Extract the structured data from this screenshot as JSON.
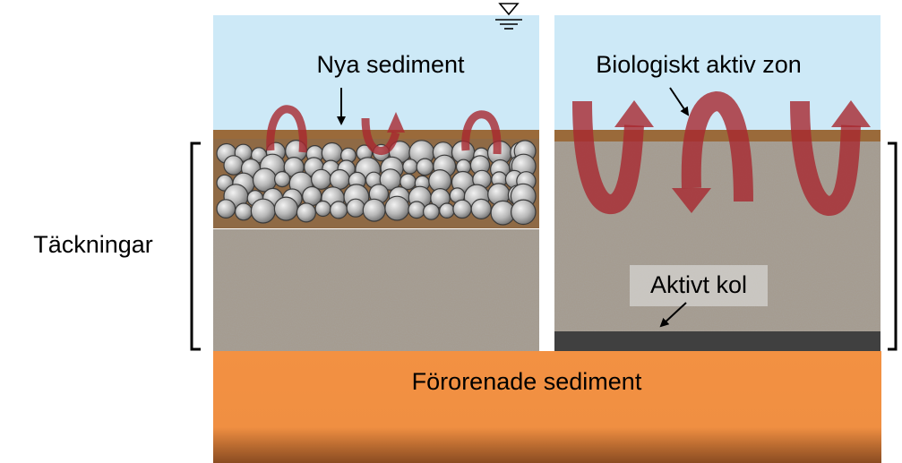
{
  "labels": {
    "new_sediment": "Nya sediment",
    "bio_zone": "Biologiskt aktiv zon",
    "coverings": "Täckningar",
    "activated_carbon": "Aktivt kol",
    "contaminated_sediment": "Förorenade sediment"
  },
  "colors": {
    "water": "#cde9f7",
    "new_sediment_layer": "#9a6a3a",
    "sand": "#a59c90",
    "gravel": "#b9b9b9",
    "carbon": "#404040",
    "contaminated": "#f39142",
    "bioturbation_arrows": "#a82830"
  },
  "icons": [
    "water-level-icon"
  ]
}
